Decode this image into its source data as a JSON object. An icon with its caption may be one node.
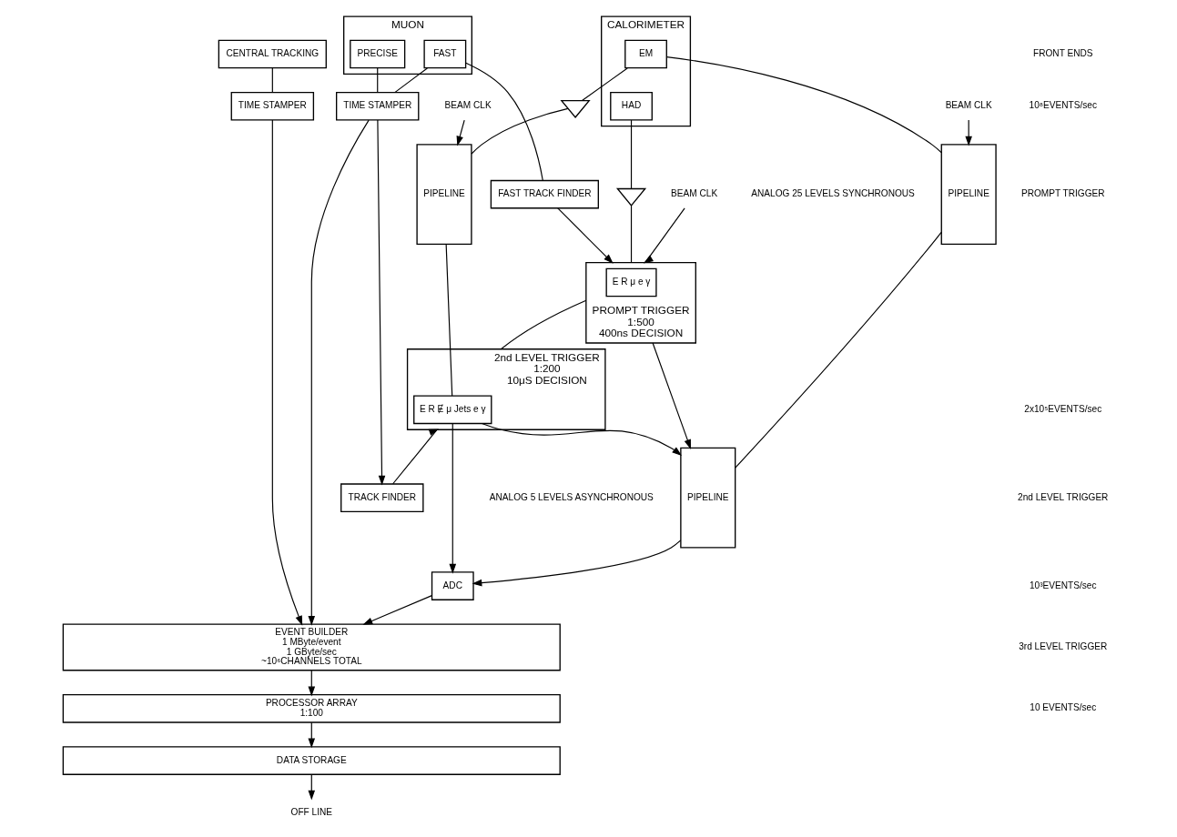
{
  "diagram": {
    "nodes": [
      {
        "text": [
          "CENTRAL TRACKING"
        ]
      },
      {
        "text": [
          "CALORIMETER"
        ]
      },
      {
        "text": [
          "EM"
        ],
        "in": 1
      },
      {
        "text": [
          "HAD"
        ],
        "in": 1
      },
      {
        "text": [
          "MUON"
        ]
      },
      {
        "text": [
          "FAST"
        ],
        "in": 4
      },
      {
        "text": [
          "PRECISE"
        ],
        "in": 4
      },
      {
        "text": [
          "TIME STAMPER"
        ]
      },
      {
        "text": [
          "TIME STAMPER"
        ]
      },
      {
        "text": [],
        "shape": "triangle"
      },
      {
        "text": [],
        "shape": "triangle"
      },
      {
        "text": [
          "PIPELINE"
        ],
        "beside": [
          "ANALOG 25 LEVELS SYNCHRONOUS"
        ]
      },
      {
        "text": [
          "PIPELINE"
        ]
      },
      {
        "text": [
          "PROMPT TRIGGER",
          "1:500",
          "400ns DECISION"
        ]
      },
      {
        "text": [
          "E R μ e γ"
        ],
        "in": 13
      },
      {
        "text": [
          "FAST TRACK FINDER"
        ]
      },
      {
        "text": [
          "PIPELINE"
        ],
        "beside": [
          "ANALOG 5 LEVELS ASYNCHRONOUS"
        ]
      },
      {
        "text": [
          "2nd LEVEL TRIGGER",
          "1:200",
          "10μS DECISION"
        ]
      },
      {
        "text": [
          "E R Ɇ μ Jets e γ"
        ],
        "in": 17
      },
      {
        "text": [
          "TRACK FINDER"
        ]
      },
      {
        "text": [
          "ADC"
        ]
      },
      {
        "text": [
          "EVENT BUILDER",
          "1 MByte/event",
          "1 GByte/sec",
          "~10⁶CHANNELS TOTAL"
        ]
      },
      {
        "text": [
          "PROCESSOR ARRAY",
          "1:100"
        ]
      },
      {
        "text": [
          "DATA STORAGE"
        ]
      },
      {
        "text": [
          "OFF LINE"
        ]
      },
      {
        "text": [
          "BEAM CLK"
        ]
      },
      {
        "text": [
          "BEAM CLK"
        ]
      },
      {
        "text": [
          "BEAM CLK"
        ]
      }
    ],
    "edges": [
      {
        "from": 0,
        "to": 7,
        "arrow": "none"
      },
      {
        "from": 7,
        "to": 21,
        "arrow": "to"
      },
      {
        "from": 2,
        "to": 11,
        "arrow": "none"
      },
      {
        "from": 2,
        "to": 9,
        "arrow": "none"
      },
      {
        "from": 3,
        "to": 10,
        "arrow": "none"
      },
      {
        "from": 9,
        "to": 12,
        "arrow": "none"
      },
      {
        "from": 10,
        "to": 13,
        "arrow": "none"
      },
      {
        "from": 5,
        "to": 15,
        "arrow": "none"
      },
      {
        "from": 5,
        "to": 8,
        "arrow": "none"
      },
      {
        "from": 6,
        "to": 8,
        "arrow": "none"
      },
      {
        "from": 8,
        "to": 21,
        "arrow": "to"
      },
      {
        "from": 8,
        "to": 19,
        "arrow": "to"
      },
      {
        "from": 15,
        "to": 13,
        "arrow": "to"
      },
      {
        "from": 25,
        "to": 11,
        "arrow": "to"
      },
      {
        "from": 26,
        "to": 12,
        "arrow": "to"
      },
      {
        "from": 27,
        "to": 13,
        "arrow": "to"
      },
      {
        "from": 11,
        "to": 16,
        "arrow": "none"
      },
      {
        "from": 12,
        "to": 18,
        "arrow": "none"
      },
      {
        "from": 13,
        "to": 16,
        "arrow": "to"
      },
      {
        "from": 13,
        "to": 17,
        "arrow": "none"
      },
      {
        "from": 19,
        "to": 17,
        "arrow": "to"
      },
      {
        "from": 18,
        "to": 16,
        "arrow": "to"
      },
      {
        "from": 18,
        "to": 20,
        "arrow": "to"
      },
      {
        "from": 16,
        "to": 20,
        "arrow": "to"
      },
      {
        "from": 20,
        "to": 21,
        "arrow": "to"
      },
      {
        "from": 21,
        "to": 22,
        "arrow": "to"
      },
      {
        "from": 22,
        "to": 23,
        "arrow": "to"
      },
      {
        "from": 23,
        "to": 24,
        "arrow": "to"
      }
    ],
    "labels": [
      "FRONT ENDS",
      "10⁸EVENTS/sec",
      "PROMPT TRIGGER",
      "2x10⁵EVENTS/sec",
      "2nd LEVEL TRIGGER",
      "10³EVENTS/sec",
      "3rd LEVEL TRIGGER",
      "10 EVENTS/sec"
    ]
  }
}
